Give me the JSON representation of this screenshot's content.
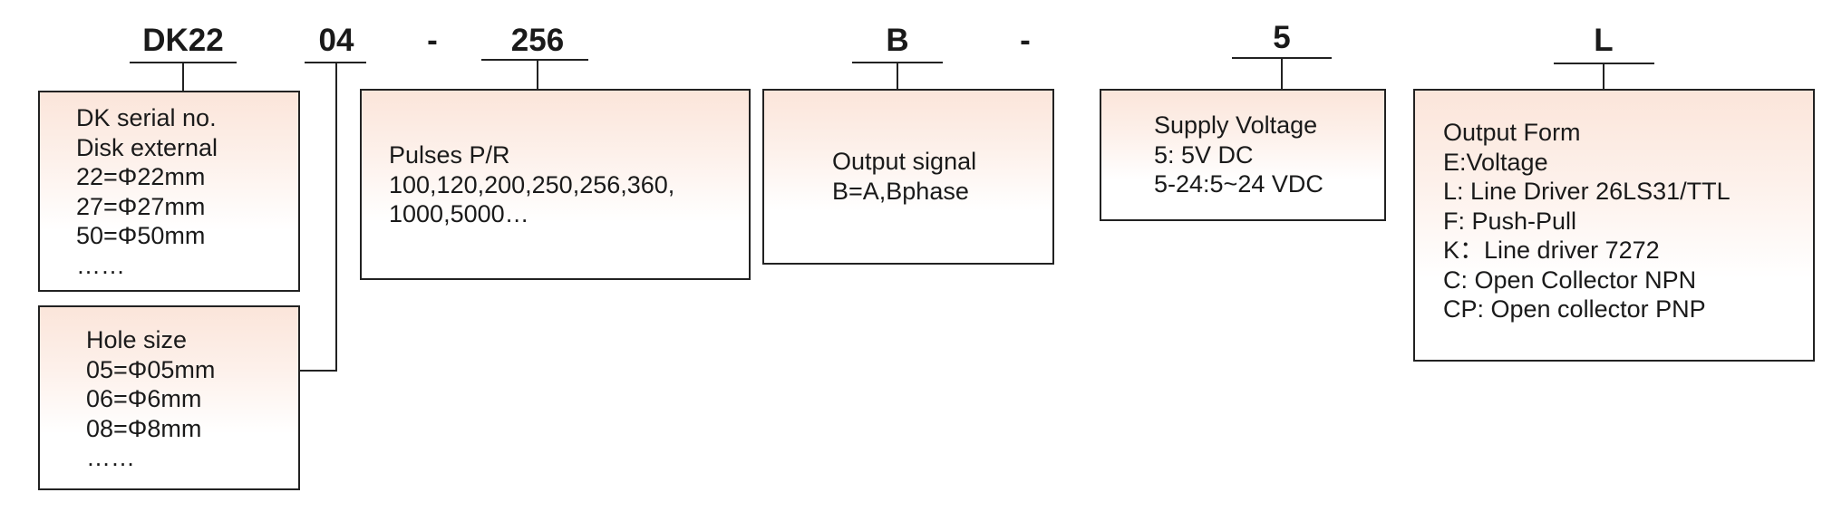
{
  "segments": [
    {
      "code": "DK22"
    },
    {
      "code": "04"
    },
    {
      "code": "-"
    },
    {
      "code": "256"
    },
    {
      "code": "B"
    },
    {
      "code": "-"
    },
    {
      "code": "5"
    },
    {
      "code": "L"
    }
  ],
  "boxes": {
    "serial": {
      "lines": [
        "DK serial no.",
        "Disk external",
        "22=Φ22mm",
        "27=Φ27mm",
        "50=Φ50mm",
        "……"
      ]
    },
    "hole": {
      "lines": [
        "Hole size",
        "05=Φ05mm",
        "06=Φ6mm",
        "08=Φ8mm",
        "……"
      ]
    },
    "pulses": {
      "lines": [
        "Pulses  P/R",
        "100,120,200,250,256,360,",
        "1000,5000…"
      ]
    },
    "signal": {
      "lines": [
        "Output signal",
        "B=A,Bphase"
      ]
    },
    "voltage": {
      "lines": [
        "Supply Voltage",
        "5: 5V DC",
        "5-24:5~24 VDC"
      ]
    },
    "output": {
      "lines": [
        "Output Form",
        "E:Voltage",
        "L: Line Driver 26LS31/TTL",
        "F: Push-Pull",
        "K：Line driver 7272",
        "C: Open Collector NPN",
        "CP: Open collector PNP"
      ]
    }
  },
  "colors": {
    "box_fill_top": "#fbe5da",
    "line": "#222222"
  }
}
